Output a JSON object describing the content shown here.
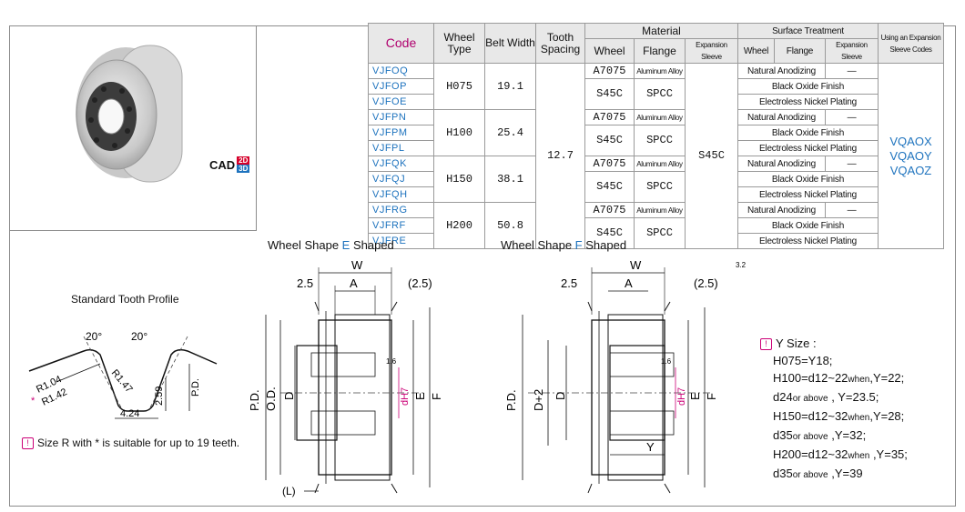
{
  "cad_label": "CAD",
  "cad_2d": "2D",
  "cad_3d": "3D",
  "table": {
    "headers": {
      "code": "Code",
      "wheel_type": "Wheel Type",
      "belt_width": "Belt Width",
      "tooth_spacing": "Tooth Spacing",
      "material": "Material",
      "material_wheel": "Wheel",
      "material_flange": "Flange",
      "material_sleeve": "Expansion Sleeve",
      "surface": "Surface Treatment",
      "surface_wheel": "Wheel",
      "surface_flange": "Flange",
      "surface_sleeve": "Expansion Sleeve",
      "sleeve_codes": "Using an Expansion Sleeve Codes"
    },
    "codes": [
      "VJFOQ",
      "VJFOP",
      "VJFOE",
      "VJFPN",
      "VJFPM",
      "VJFPL",
      "VJFQK",
      "VJFQJ",
      "VJFQH",
      "VJFRG",
      "VJFRF",
      "VJFRE"
    ],
    "groups": [
      {
        "type": "H075",
        "width": "19.1"
      },
      {
        "type": "H100",
        "width": "25.4"
      },
      {
        "type": "H150",
        "width": "38.1"
      },
      {
        "type": "H200",
        "width": "50.8"
      }
    ],
    "tooth_spacing": "12.7",
    "material_a7075": "A7075",
    "material_alu": "Aluminum Alloy",
    "material_s45c": "S45C",
    "material_spcc": "SPCC",
    "sleeve_material": "S45C",
    "finish_anodizing": "Natural Anodizing",
    "finish_dash": "—",
    "finish_black": "Black Oxide Finish",
    "finish_nickel": "Electroless Nickel Plating",
    "sleeve_codes": [
      "VQAOX",
      "VQAOY",
      "VQAOZ"
    ]
  },
  "profile": {
    "title": "Standard Tooth Profile",
    "angle1": "20°",
    "angle2": "20°",
    "r104": "R1.04",
    "r142": "R1.42",
    "r147": "R1.47",
    "h259": "2.59",
    "pd": "P.D.",
    "w424": "4.24",
    "note": "Size R with * is suitable for up to 19 teeth."
  },
  "shape_e": {
    "title_pre": "Wheel Shape ",
    "title_letter": "E",
    "title_post": " Shaped",
    "W": "W",
    "A": "A",
    "d25": "2.5",
    "d25p": "(2.5)",
    "PD": "P.D.",
    "OD": "O.D.",
    "D": "D",
    "E": "E",
    "F": "F",
    "L": "(L)",
    "dh7": "dH7",
    "r16": "1.6"
  },
  "shape_f": {
    "title_pre": "Wheel Shape ",
    "title_letter": "F",
    "title_post": " Shaped",
    "W": "W",
    "A": "A",
    "d25": "2.5",
    "d25p": "(2.5)",
    "PD": "P.D.",
    "D2": "D+2",
    "D": "D",
    "E": "E",
    "F": "F",
    "Y": "Y",
    "dh7": "dH7",
    "r16": "1.6",
    "r32": "3.2"
  },
  "ysize": {
    "title": "Y Size :",
    "lines": [
      {
        "a": "H075=Y18;",
        "b": ""
      },
      {
        "a": "H100=d12~22",
        "b": "when",
        "c": ",Y=22;"
      },
      {
        "a": "d24",
        "b": "or above",
        "c": " , Y=23.5;"
      },
      {
        "a": "H150=d12~32",
        "b": "when",
        "c": ",Y=28;"
      },
      {
        "a": "d35",
        "b": "or above",
        "c": " ,Y=32;"
      },
      {
        "a": "H200=d12~32",
        "b": "when",
        "c": " ,Y=35;"
      },
      {
        "a": "d35",
        "b": "or above",
        "c": " ,Y=39"
      }
    ]
  },
  "colors": {
    "accent_blue": "#1e73be",
    "header_magenta": "#b0006e",
    "note_pink": "#cc0077"
  }
}
